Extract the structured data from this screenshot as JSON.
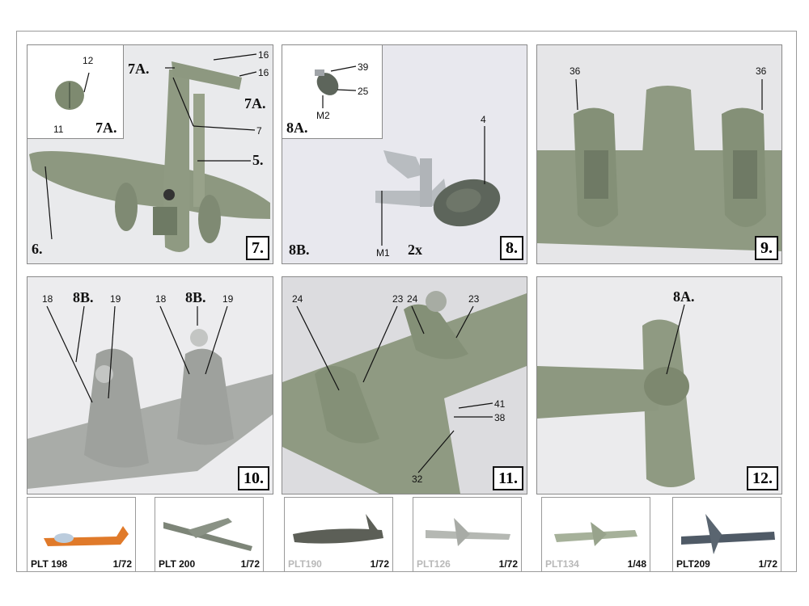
{
  "panels": {
    "p7": {
      "step": "7.",
      "inset_label": "7A.",
      "callouts": [
        "12",
        "11"
      ],
      "left_labels": [
        "7A.",
        "6."
      ],
      "right_labels": [
        "16",
        "16",
        "7A.",
        "7",
        "5."
      ]
    },
    "p8": {
      "step": "8.",
      "inset_label": "8A.",
      "inset_callouts": [
        "39",
        "25",
        "M2"
      ],
      "callouts": [
        "4",
        "M1"
      ],
      "bottom_label": "8B.",
      "qty": "2x"
    },
    "p9": {
      "step": "9.",
      "callouts": [
        "36",
        "36"
      ]
    },
    "p10": {
      "step": "10.",
      "callouts": [
        "18",
        "8B.",
        "19",
        "18",
        "8B.",
        "19"
      ]
    },
    "p11": {
      "step": "11.",
      "callouts": [
        "24",
        "23",
        "24",
        "23",
        "41",
        "38",
        "32"
      ]
    },
    "p12": {
      "step": "12.",
      "callouts": [
        "8A."
      ]
    }
  },
  "thumbnails": [
    {
      "code": "PLT 198",
      "scale": "1/72"
    },
    {
      "code": "PLT 200",
      "scale": "1/72"
    },
    {
      "code": "PLT190",
      "scale": "1/72"
    },
    {
      "code": "PLT126",
      "scale": "1/72"
    },
    {
      "code": "PLT134",
      "scale": "1/48"
    },
    {
      "code": "PLT209",
      "scale": "1/72"
    }
  ],
  "colors": {
    "model_green": "#8d9880",
    "model_grey": "#a9aca8",
    "tire": "#5d655b",
    "orange": "#e07a2a"
  }
}
